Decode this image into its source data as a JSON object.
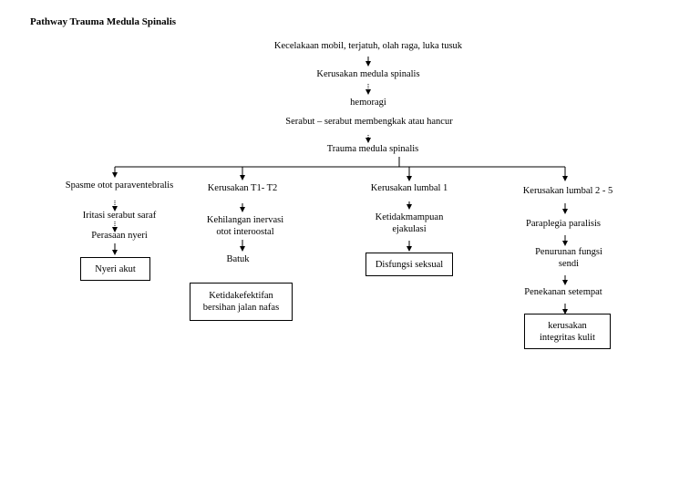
{
  "title": "Pathway Trauma Medula Spinalis",
  "trunk": {
    "cause": "Kecelakaan mobil, terjatuh, olah raga, luka tusuk",
    "damage": "Kerusakan  medula spinalis",
    "bleeding": "hemoragi",
    "fibers": "Serabut – serabut membengkak atau hancur",
    "trauma": "Trauma medula spinalis"
  },
  "branches": [
    {
      "head": "Spasme otot paraventebralis",
      "steps": [
        "Iritasi serabut saraf",
        "Perasaan nyeri"
      ],
      "outcome": "Nyeri akut"
    },
    {
      "head": "Kerusakan T1- T2",
      "steps": [
        "Kehilangan inervasi otot interoostal",
        "Batuk"
      ],
      "outcome": "Ketidakefektifan bersihan jalan nafas"
    },
    {
      "head": "Kerusakan lumbal 1",
      "steps": [
        "Ketidakmampuan ejakulasi"
      ],
      "outcome": "Disfungsi seksual"
    },
    {
      "head": "Kerusakan lumbal 2 - 5",
      "steps": [
        "Paraplegia paralisis",
        "Penurunan fungsi sendi",
        "Penekanan setempat"
      ],
      "outcome": "kerusakan integritas kulit"
    }
  ]
}
